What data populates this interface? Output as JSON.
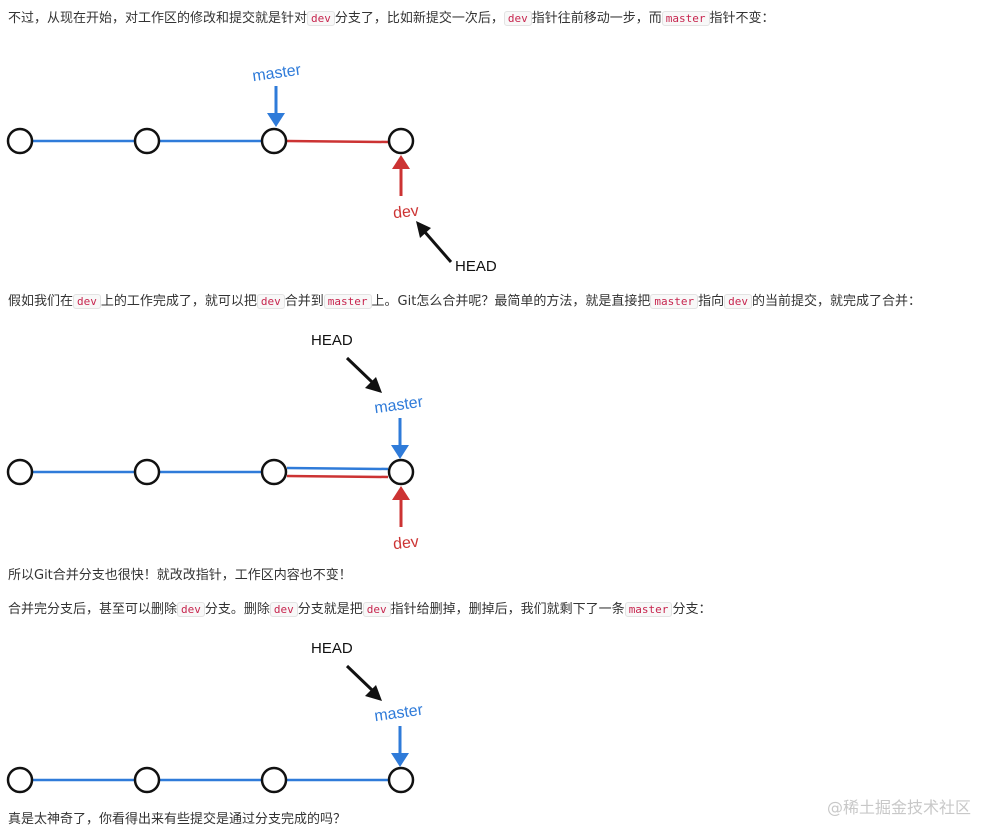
{
  "paragraphs": {
    "p1": [
      {
        "t": "text",
        "v": "不过，从现在开始，对工作区的修改和提交就是针对"
      },
      {
        "t": "code",
        "v": "dev"
      },
      {
        "t": "text",
        "v": "分支了，比如新提交一次后，"
      },
      {
        "t": "code",
        "v": "dev"
      },
      {
        "t": "text",
        "v": "指针往前移动一步，而"
      },
      {
        "t": "code",
        "v": "master"
      },
      {
        "t": "text",
        "v": "指针不变："
      }
    ],
    "p2": [
      {
        "t": "text",
        "v": "假如我们在"
      },
      {
        "t": "code",
        "v": "dev"
      },
      {
        "t": "text",
        "v": "上的工作完成了，就可以把"
      },
      {
        "t": "code",
        "v": "dev"
      },
      {
        "t": "text",
        "v": "合并到"
      },
      {
        "t": "code",
        "v": "master"
      },
      {
        "t": "text",
        "v": "上。Git怎么合并呢？最简单的方法，就是直接把"
      },
      {
        "t": "code",
        "v": "master"
      },
      {
        "t": "text",
        "v": "指向"
      },
      {
        "t": "code",
        "v": "dev"
      },
      {
        "t": "text",
        "v": "的当前提交，就完成了合并："
      }
    ],
    "p3": [
      {
        "t": "text",
        "v": "所以Git合并分支也很快！就改改指针，工作区内容也不变！"
      }
    ],
    "p4": [
      {
        "t": "text",
        "v": "合并完分支后，甚至可以删除"
      },
      {
        "t": "code",
        "v": "dev"
      },
      {
        "t": "text",
        "v": "分支。删除"
      },
      {
        "t": "code",
        "v": "dev"
      },
      {
        "t": "text",
        "v": "分支就是把"
      },
      {
        "t": "code",
        "v": "dev"
      },
      {
        "t": "text",
        "v": "指针给删掉，删掉后，我们就剩下了一条"
      },
      {
        "t": "code",
        "v": "master"
      },
      {
        "t": "text",
        "v": "分支："
      }
    ],
    "p5": [
      {
        "t": "text",
        "v": "真是太神奇了，你看得出来有些提交是通过分支完成的吗？"
      }
    ]
  },
  "figures": {
    "fig1": {
      "master_label": "master",
      "dev_label": "dev",
      "head_label": "HEAD"
    },
    "fig2": {
      "master_label": "master",
      "dev_label": "dev",
      "head_label": "HEAD"
    },
    "fig3": {
      "master_label": "master",
      "head_label": "HEAD"
    }
  },
  "watermark": "@稀土掘金技术社区",
  "colors": {
    "master_blue": "#2f7bd9",
    "dev_red": "#cc3333",
    "head_black": "#111111",
    "code_text": "#c7254e"
  }
}
